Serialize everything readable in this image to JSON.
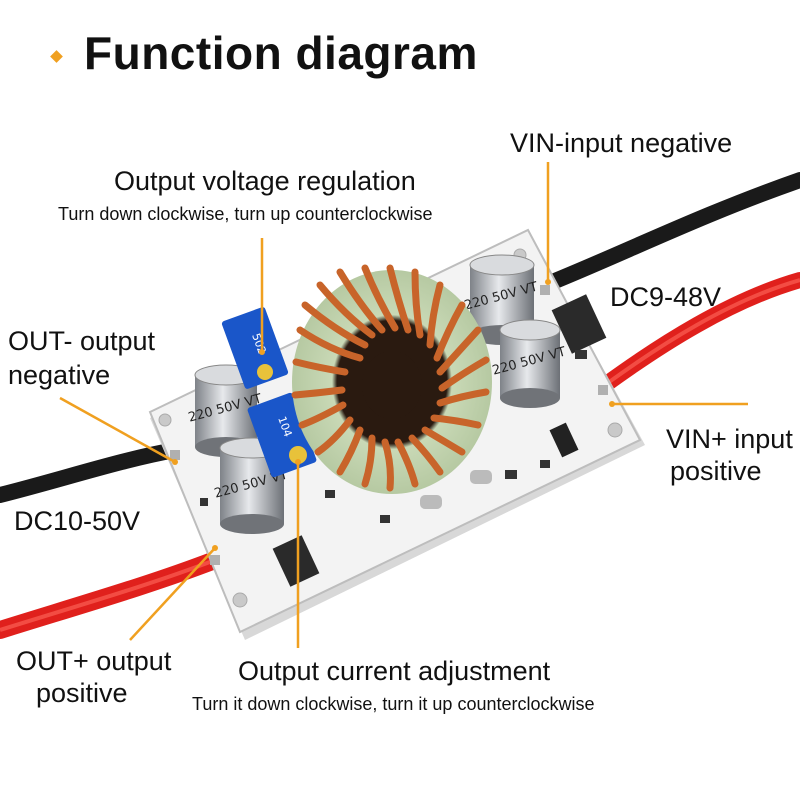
{
  "title": "Function diagram",
  "colors": {
    "accent": "#f0a020",
    "board": "#f2f2f2",
    "wire_red": "#e0201c",
    "wire_black": "#1a1a1a",
    "copper": "#c8642a",
    "pot_blue": "#1a56c9"
  },
  "labels": {
    "voltage_reg": "Output voltage regulation",
    "voltage_reg_sub": "Turn down clockwise, turn up counterclockwise",
    "vin_neg": "VIN-input negative",
    "dc_in": "DC9-48V",
    "out_neg_1": "OUT- output",
    "out_neg_2": "negative",
    "vin_pos_1": "VIN+ input",
    "vin_pos_2": "positive",
    "dc_out": "DC10-50V",
    "out_pos_1": "OUT+ output",
    "out_pos_2": "positive",
    "current_adj": "Output current adjustment",
    "current_adj_sub": "Turn it down clockwise, turn it up counterclockwise"
  },
  "components": {
    "cap_text": "220 50V VT",
    "pot1": "502",
    "pot2": "104"
  }
}
